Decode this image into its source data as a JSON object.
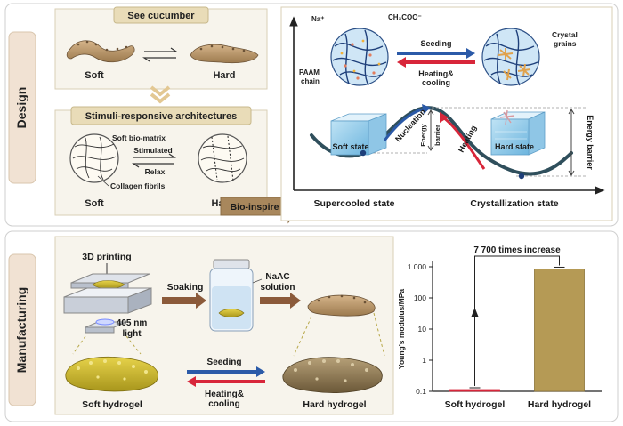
{
  "design": {
    "section_label": "Design",
    "sea_cucumber": {
      "title": "See cucumber",
      "soft": "Soft",
      "hard": "Hard"
    },
    "stimuli": {
      "title": "Stimuli-responsive architectures",
      "soft_bio_matrix": "Soft bio-matrix",
      "stimulated": "Stimulated",
      "relax": "Relax",
      "collagen_fibrils": "Collagen fibrils",
      "soft": "Soft",
      "hard": "Hard"
    },
    "bio_inspire": "Bio-inspire",
    "crystal": {
      "na": "Na⁺",
      "ch3coo": "CH₃COO⁻",
      "paam_chain_1": "PAAM",
      "paam_chain_2": "chain",
      "seeding": "Seeding",
      "heating_cooling_1": "Heating&",
      "heating_cooling_2": "cooling",
      "crystal_grains_1": "Crystal",
      "crystal_grains_2": "grains",
      "nucleation": "Nucleation",
      "energy_barrier_small_1": "Energy",
      "energy_barrier_small_2": "barrier",
      "heating": "Heating",
      "energy_barrier_right": "Energy barrier",
      "soft_state": "Soft state",
      "hard_state": "Hard state",
      "supercooled_state": "Supercooled state",
      "crystallization_state": "Crystallization state"
    }
  },
  "manufacturing": {
    "section_label": "Manufacturing",
    "printing": "3D printing",
    "light_1": "405 nm",
    "light_2": "light",
    "soaking": "Soaking",
    "naac_1": "NaAC",
    "naac_2": "solution",
    "seeding": "Seeding",
    "heating_cooling_1": "Heating&",
    "heating_cooling_2": "cooling",
    "soft_hydrogel": "Soft hydrogel",
    "hard_hydrogel": "Hard hydrogel"
  },
  "colors": {
    "hard_bar": "#b59a55",
    "soft_bar": "#d8263a",
    "blue_arrow": "#2b5aa8",
    "red_arrow": "#d8263a",
    "panel_fill": "#f7f4ec",
    "section_tab": "#f1e2d3"
  },
  "chart_data": {
    "type": "bar",
    "categories": [
      "Soft hydrogel",
      "Hard hydrogel"
    ],
    "values": [
      0.11,
      850
    ],
    "ylabel": "Young's modulus/MPa",
    "yscale": "log",
    "ylim": [
      0.1,
      1000
    ],
    "yticks": [
      0.1,
      1,
      10,
      100,
      1000
    ],
    "ytick_labels": [
      "0.1",
      "1",
      "10",
      "100",
      "1 000"
    ],
    "annotation": "7 700 times increase",
    "bar_colors": [
      "#d8263a",
      "#b59a55"
    ]
  }
}
